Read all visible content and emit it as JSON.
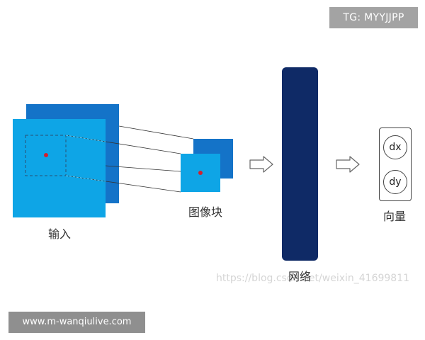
{
  "tag": "TG: MYYJJPP",
  "url": "www.m-wanqiulive.com",
  "watermark": "https://blog.csdn.net/weixin_41699811",
  "labels": {
    "input": "输入",
    "patch": "图像块",
    "network": "网络",
    "vector": "向量"
  },
  "vector_items": [
    "dx",
    "dy"
  ],
  "colors": {
    "light_blue": "#0ea5e6",
    "dark_blue": "#1473c8",
    "network": "#0f2a66",
    "dot": "#d2202e"
  },
  "icons": [
    "arrow-right-icon",
    "arrow-right-icon"
  ]
}
